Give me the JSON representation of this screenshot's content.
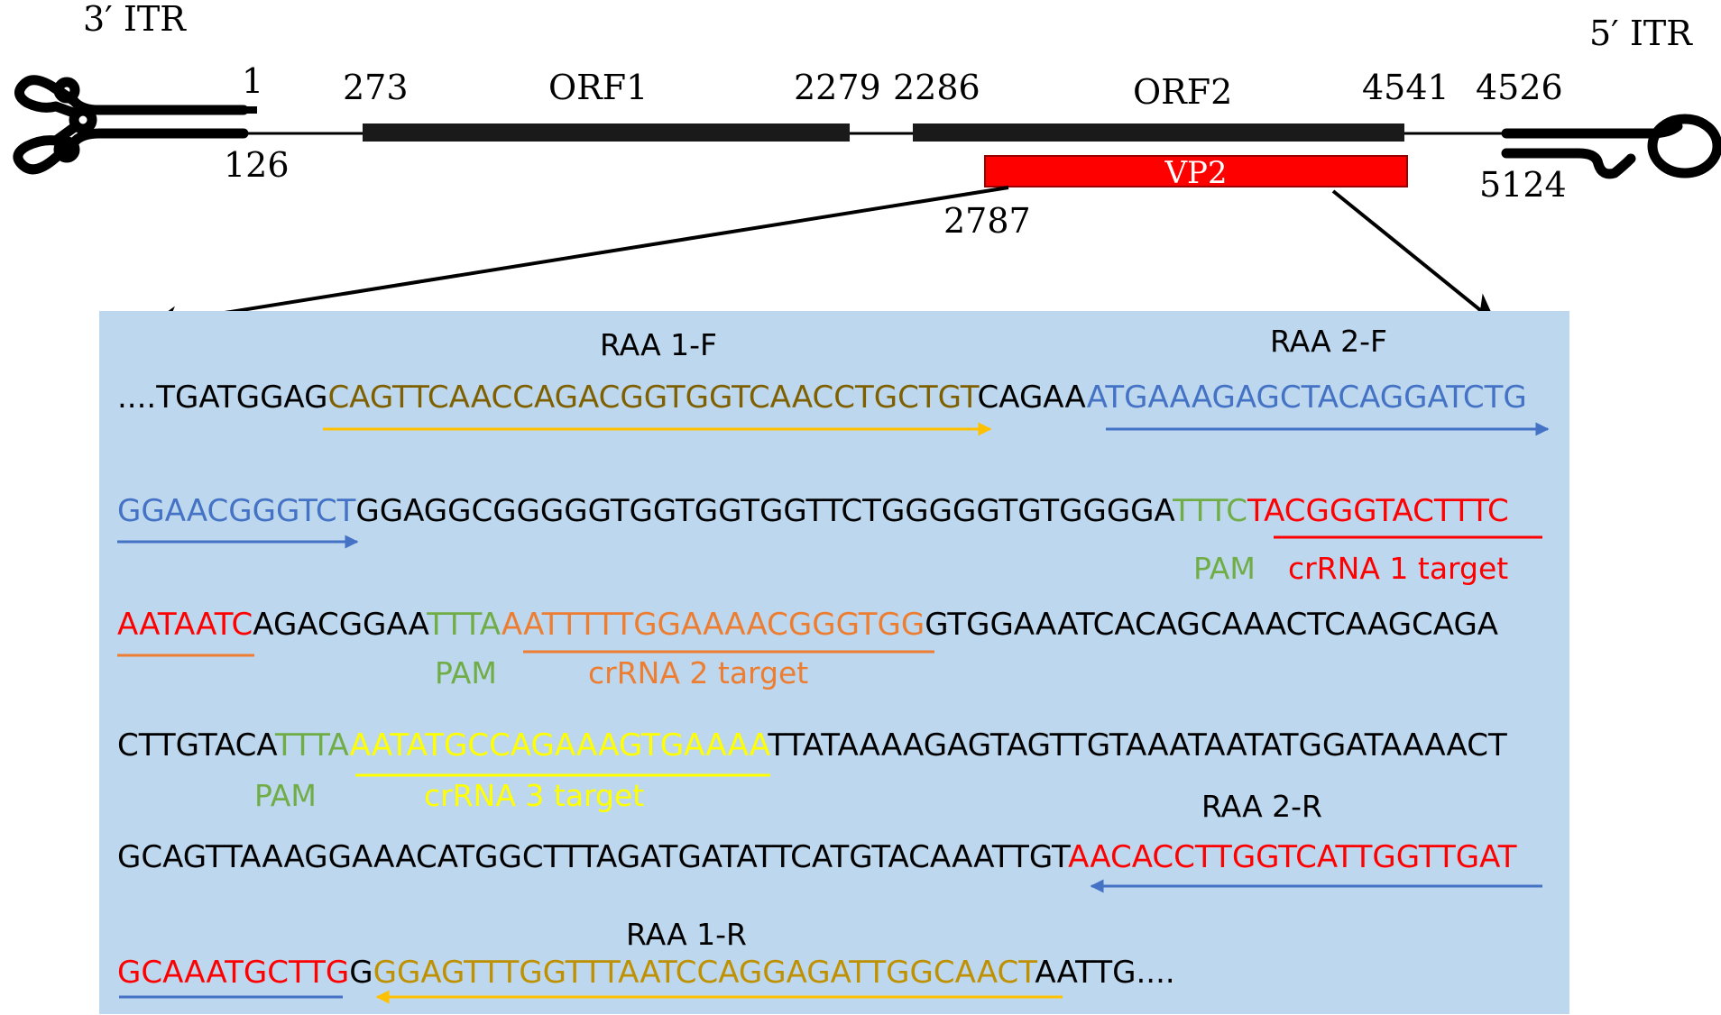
{
  "genome": {
    "itr_left": "3′ ITR",
    "itr_right": "5′ ITR",
    "positions": {
      "p1": "1",
      "p126": "126",
      "p273": "273",
      "p2279": "2279",
      "p2286": "2286",
      "p4541": "4541",
      "p4526": "4526",
      "p5124": "5124",
      "p2787": "2787"
    },
    "orf1": "ORF1",
    "orf2": "ORF2",
    "vp2": "VP2"
  },
  "colors": {
    "panel_bg": "#bdd7ee",
    "black": "#000000",
    "primer1": "#7f6000",
    "primer1_arrow": "#ffc000",
    "primer2": "#4472c4",
    "pam": "#70ad47",
    "crRNA1": "#ff0000",
    "crRNA2": "#ed7d31",
    "crRNA3": "#ffff00",
    "red": "#ff0000",
    "vp2_fill": "#ff0000"
  },
  "sequence": {
    "row1": [
      {
        "text": "....TGATGGAG",
        "color": "#000000"
      },
      {
        "text": "CAGTTCAACCAGACGGTGGTCAACCTGCTGT",
        "color": "#7f6000"
      },
      {
        "text": "CAGAA",
        "color": "#000000"
      },
      {
        "text": "ATGAAAGAGCTACAGGATCTG",
        "color": "#4472c4"
      }
    ],
    "row2": [
      {
        "text": "GGAACGGGTCT",
        "color": "#4472c4"
      },
      {
        "text": "GGAGGCGGGGGTGGTGGTGGTTCTGGGGGTGTGGGGA",
        "color": "#000000"
      },
      {
        "text": "TTTC",
        "color": "#70ad47"
      },
      {
        "text": "TACGGGTACTTTC",
        "color": "#ff0000"
      }
    ],
    "row3": [
      {
        "text": "AATAATC",
        "color": "#ff0000"
      },
      {
        "text": "AGACGGAA",
        "color": "#000000"
      },
      {
        "text": "TTTA",
        "color": "#70ad47"
      },
      {
        "text": "AATTTTTGGAAAACGGGTGG",
        "color": "#ed7d31"
      },
      {
        "text": "GTGGAAATCACAGCAAACTCAAGCAGA",
        "color": "#000000"
      }
    ],
    "row4": [
      {
        "text": "CTTGTACA",
        "color": "#000000"
      },
      {
        "text": "TTTA",
        "color": "#70ad47"
      },
      {
        "text": "AATATGCCAGAAAGTGAAAA",
        "color": "#ffff00"
      },
      {
        "text": "TTATAAAAGAGTAGTTGTAAATAATATGGATAAAACT",
        "color": "#000000"
      }
    ],
    "row5": [
      {
        "text": "GCAGTTAAAGGAAACATGGCTTTAGATGATATTCATGTACAAATTGT",
        "color": "#000000"
      },
      {
        "text": "AACACCTTGGTCATTGGTTGAT",
        "color": "#ff0000"
      }
    ],
    "row6": [
      {
        "text": "GCAAATGCTTG",
        "color": "#ff0000"
      },
      {
        "text": "G",
        "color": "#000000"
      },
      {
        "text": "GGAGTTTGGTTTAATCCAGGAGATTGGCAACT",
        "color": "#bf9000"
      },
      {
        "text": "AATTG....",
        "color": "#000000"
      }
    ]
  },
  "labels": {
    "raa1f": "RAA 1-F",
    "raa2f": "RAA 2-F",
    "raa2r": "RAA 2-R",
    "raa1r": "RAA 1-R",
    "pam": "PAM",
    "crRNA1": "crRNA 1 target",
    "crRNA2": "crRNA 2 target",
    "crRNA3": "crRNA 3 target"
  }
}
